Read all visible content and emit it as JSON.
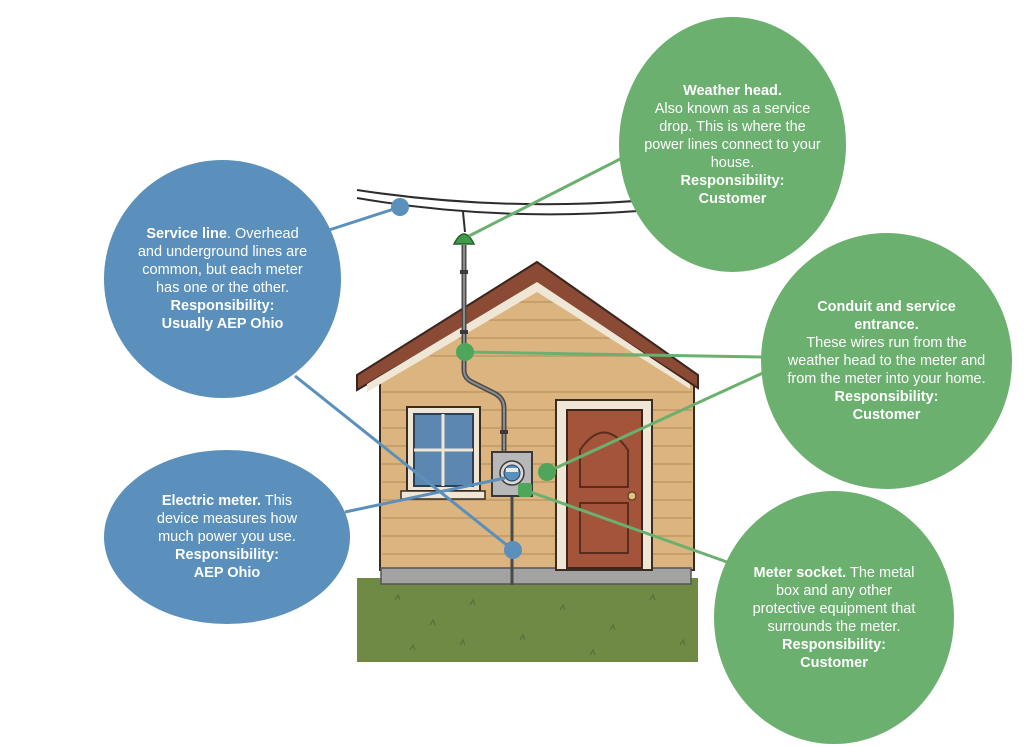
{
  "callouts": {
    "weather_head": {
      "title": "Weather head.",
      "body": "Also known as a service drop. This is where the power lines connect to your house.",
      "responsibility_label": "Responsibility:",
      "responsibility": "Customer",
      "color": "#6bb06f"
    },
    "service_line": {
      "title": "Service line",
      "body": ". Overhead and underground lines are common, but each meter has one or the other.",
      "responsibility_label": "Responsibility:",
      "responsibility": "Usually AEP Ohio",
      "color": "#5a90bb"
    },
    "conduit": {
      "title": "Conduit and service entrance.",
      "body": "These wires run from the weather head to the meter and from the meter into your home.",
      "responsibility_label": "Responsibility:",
      "responsibility": "Customer",
      "color": "#6bb06f"
    },
    "electric_meter": {
      "title": "Electric meter.",
      "body": "This device measures how much power you use.",
      "responsibility_label": "Responsibility:",
      "responsibility": "AEP Ohio",
      "color": "#5a90bb"
    },
    "meter_socket": {
      "title": "Meter socket.",
      "body": "The metal box and any other protective equipment that surrounds the meter.",
      "responsibility_label": "Responsibility:",
      "responsibility": "Customer",
      "color": "#6bb06f"
    }
  },
  "colors": {
    "siding": "#dbb47f",
    "roof": "#8a4a34",
    "door": "#a4543a",
    "grass": "#6f8a45",
    "window": "#5c87b0",
    "blue_accent": "#5a90bb",
    "green_accent": "#6bb06f"
  }
}
